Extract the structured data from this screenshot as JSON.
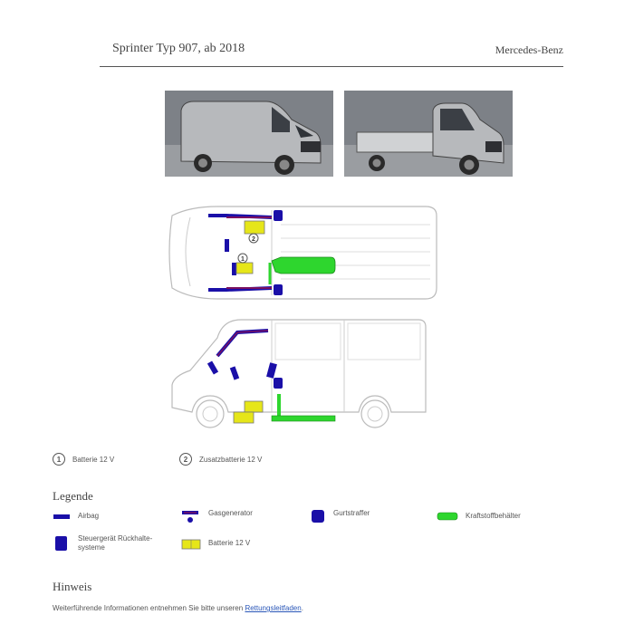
{
  "header": {
    "title": "Sprinter Typ 907, ab 2018",
    "brand": "Mercedes-Benz"
  },
  "notes": [
    {
      "number": "1",
      "text": "Batterie 12 V"
    },
    {
      "number": "2",
      "text": "Zusatzbatterie 12 V"
    }
  ],
  "legend": {
    "title": "Legende",
    "items": [
      {
        "label": "Airbag",
        "icon": "airbag-icon",
        "color": "#1a0fa8"
      },
      {
        "label": "Gasgenerator",
        "icon": "gas-generator-icon",
        "color": "#7a1060"
      },
      {
        "label": "Gurtstraffer",
        "icon": "belt-tensioner-icon",
        "color": "#1a0fa8"
      },
      {
        "label": "Kraftstoffbehälter",
        "icon": "fuel-tank-icon",
        "color": "#2ed62e"
      },
      {
        "label": "Steuergerät Rückhalte-systeme",
        "icon": "restraint-control-unit-icon",
        "color": "#1a0fa8"
      },
      {
        "label": "Batterie 12 V",
        "icon": "battery-icon",
        "color": "#e6e619"
      }
    ]
  },
  "hint": {
    "title": "Hinweis",
    "text": "Weiterführende Informationen entnehmen Sie bitte unseren ",
    "link": "Rettungsleitfaden",
    "suffix": "."
  }
}
